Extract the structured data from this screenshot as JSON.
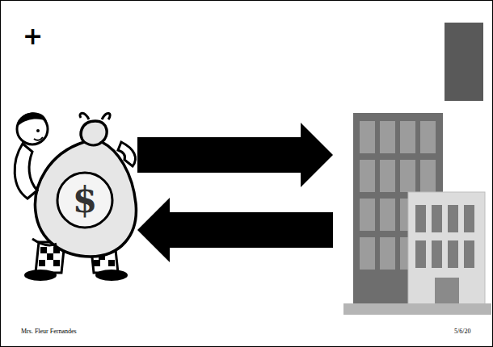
{
  "diagram": {
    "nodes": [
      {
        "text": [
          "$"
        ]
      },
      {
        "text": []
      }
    ],
    "edges": [
      {
        "from": 0,
        "to": 1,
        "arrow": "to"
      },
      {
        "from": 1,
        "to": 0,
        "arrow": "to"
      }
    ],
    "labels": [
      "+",
      "Mrs. Fleur Fernandes",
      "5/6/20"
    ]
  }
}
